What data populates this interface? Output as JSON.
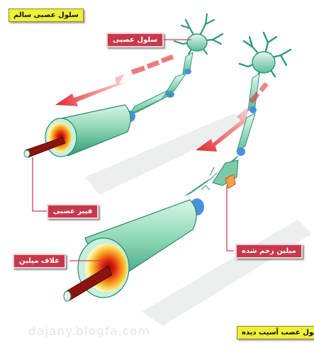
{
  "titles": {
    "healthy_neuron": "سلول عصبی سالم",
    "damaged_neuron": "سلول عصب آسیب دیده"
  },
  "labels": {
    "nerve_cell": "سلول عصبی",
    "nerve_fiber": "فیبر عصبی",
    "myelin_sheath": "غلاف میلین",
    "damaged_myelin": "میلین زخم شده"
  },
  "watermark": "dajany.blogfa.com",
  "colors": {
    "axon": "#9fdcc0",
    "axon_dark": "#2f9a78",
    "node": "#4a90d8",
    "arrow": "#e0242a",
    "core": "#8a1410",
    "title_bg": "#eef03a",
    "label_bg": "#c8384c"
  }
}
